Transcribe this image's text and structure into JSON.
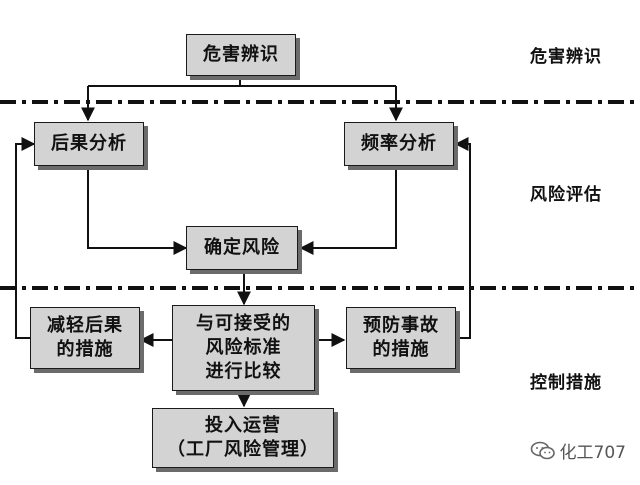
{
  "stages": {
    "identification": "危害辨识",
    "assessment": "风险评估",
    "control": "控制措施"
  },
  "boxes": {
    "hazard_identification": "危害辨识",
    "consequence_analysis": "后果分析",
    "frequency_analysis": "频率分析",
    "risk_determination": "确定风险",
    "mitigation_measures": "减轻后果\n的措施",
    "acceptance_comparison": "与可接受的\n风险标准\n进行比较",
    "prevention_measures": "预防事故\n的措施",
    "operation": "投入运营\n（工厂风险管理）"
  },
  "watermark": {
    "text": "化工707",
    "icon": "wechat-icon"
  },
  "colors": {
    "box_fill": "#d3d3d3",
    "shadow": "#6b6b6b",
    "line": "#111111"
  }
}
